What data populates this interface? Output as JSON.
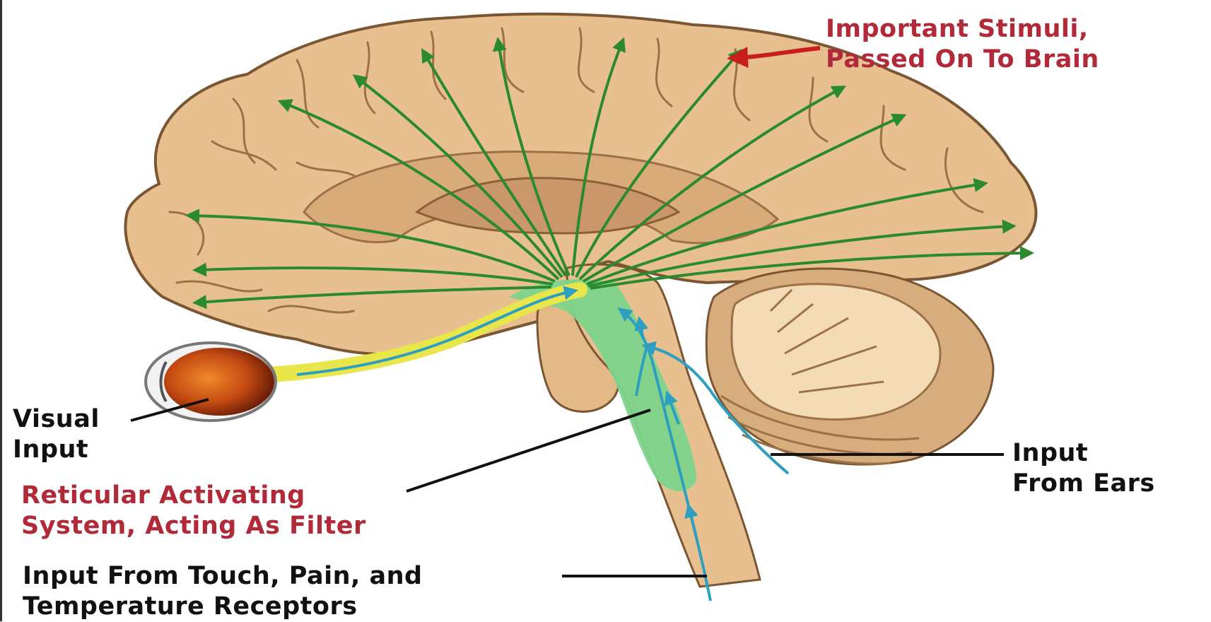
{
  "labels": {
    "important_stimuli": "Important Stimuli,\nPassed On To Brain",
    "visual_input": "Visual\nInput",
    "reticular": "Reticular Activating\nSystem, Acting As Filter",
    "touch_input": "Input From Touch, Pain, and\nTemperature Receptors",
    "ear_input": "Input\nFrom Ears"
  },
  "colors": {
    "brain_fill": "#e8c08f",
    "brain_outline": "#7a5633",
    "gyri": "#9c7048",
    "arrow_green": "#2b8a30",
    "ras_fill": "#7dd48c",
    "sensory_blue": "#2f9fbf",
    "optic_yellow": "#e8e64a",
    "label_red": "#b02a3a",
    "label_dark": "#111111"
  }
}
